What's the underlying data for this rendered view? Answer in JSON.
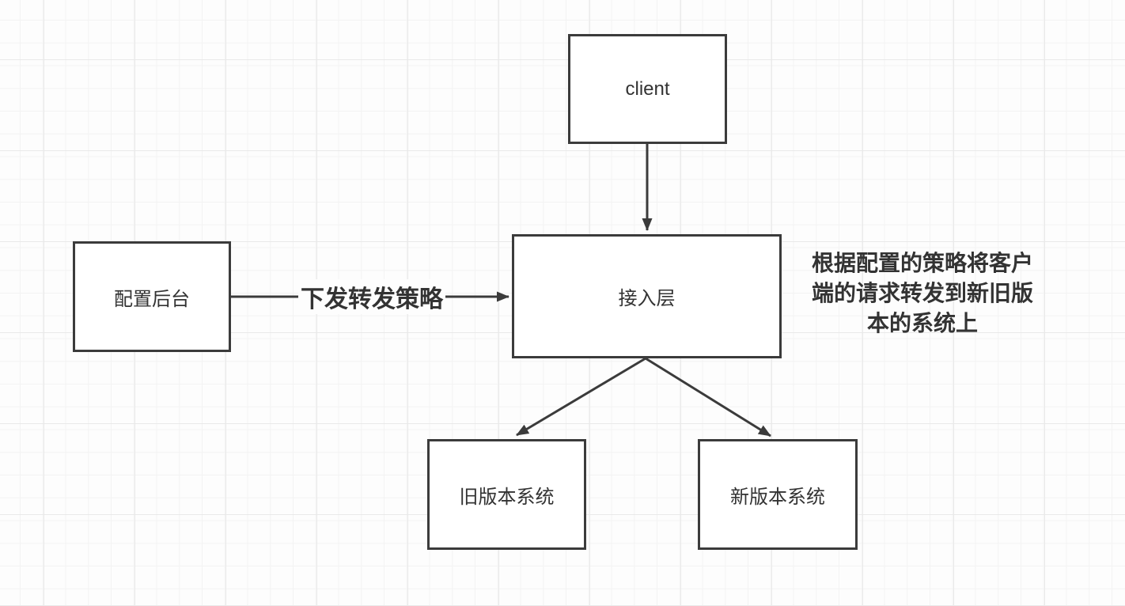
{
  "diagram": {
    "background": {
      "style": "square-grid",
      "canvas_color": "#fdfdfd",
      "grid_minor_color": "#f3f3f3",
      "grid_major_color": "#e9e9e9"
    },
    "stroke_color": "#3b3b3b",
    "text_color": "#333333",
    "nodes": [
      {
        "id": "client",
        "label": "client"
      },
      {
        "id": "config-backend",
        "label": "配置后台"
      },
      {
        "id": "access-layer",
        "label": "接入层"
      },
      {
        "id": "old-version-system",
        "label": "旧版本系统"
      },
      {
        "id": "new-version-system",
        "label": "新版本系统"
      }
    ],
    "edges": [
      {
        "from": "client",
        "to": "access-layer",
        "label": ""
      },
      {
        "from": "config-backend",
        "to": "access-layer",
        "label": "下发转发策略"
      },
      {
        "from": "access-layer",
        "to": "old-version-system",
        "label": ""
      },
      {
        "from": "access-layer",
        "to": "new-version-system",
        "label": ""
      }
    ],
    "annotation": {
      "text": "根据配置的策略将客户端的请求转发到新旧版本的系统上",
      "lines": [
        "根据配置的策略将客户",
        "端的请求转发到新旧版",
        "本的系统上"
      ]
    }
  }
}
